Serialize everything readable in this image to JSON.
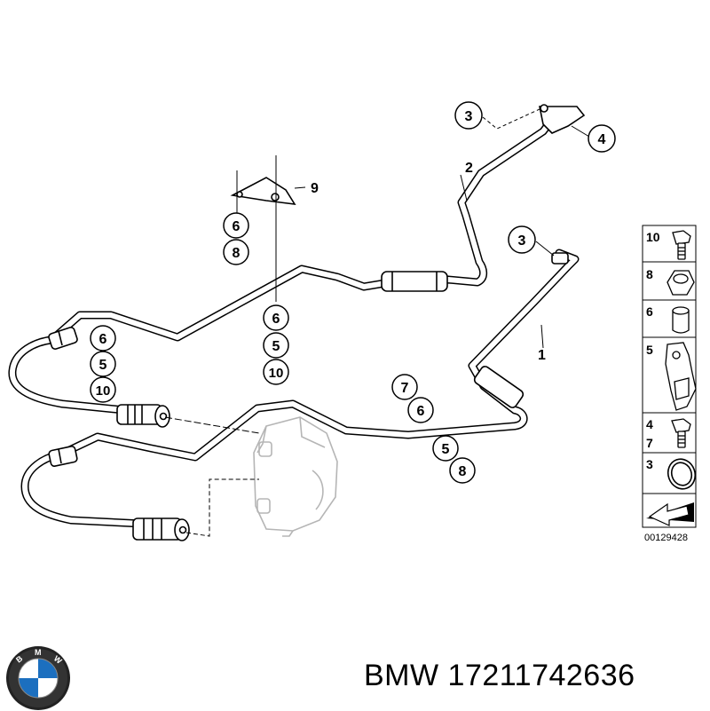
{
  "callouts": [
    {
      "id": "c-3-top",
      "label": "3"
    },
    {
      "id": "c-4",
      "label": "4"
    },
    {
      "id": "c-6-a",
      "label": "6"
    },
    {
      "id": "c-8-a",
      "label": "8"
    },
    {
      "id": "c-3-mid",
      "label": "3"
    },
    {
      "id": "c-6-b",
      "label": "6"
    },
    {
      "id": "c-5-b",
      "label": "5"
    },
    {
      "id": "c-10-b",
      "label": "10"
    },
    {
      "id": "c-6-c",
      "label": "6"
    },
    {
      "id": "c-5-c",
      "label": "5"
    },
    {
      "id": "c-10-c",
      "label": "10"
    },
    {
      "id": "c-7",
      "label": "7"
    },
    {
      "id": "c-6-d",
      "label": "6"
    },
    {
      "id": "c-5-d",
      "label": "5"
    },
    {
      "id": "c-8-d",
      "label": "8"
    }
  ],
  "plain_labels": {
    "part_9": "9",
    "part_2": "2",
    "part_1": "1"
  },
  "legend": {
    "items": [
      {
        "number": "10",
        "icon": "bolt-icon"
      },
      {
        "number": "8",
        "icon": "nut-icon"
      },
      {
        "number": "6",
        "icon": "sleeve-icon"
      },
      {
        "number": "5",
        "icon": "clip-icon"
      },
      {
        "number": "4",
        "icon": "bolt-icon",
        "number2": "7"
      },
      {
        "number": "3",
        "icon": "seal-ring-icon"
      }
    ],
    "diagram_number": "00129428"
  },
  "caption": {
    "brand": "BMW",
    "part_number": "17211742636"
  }
}
